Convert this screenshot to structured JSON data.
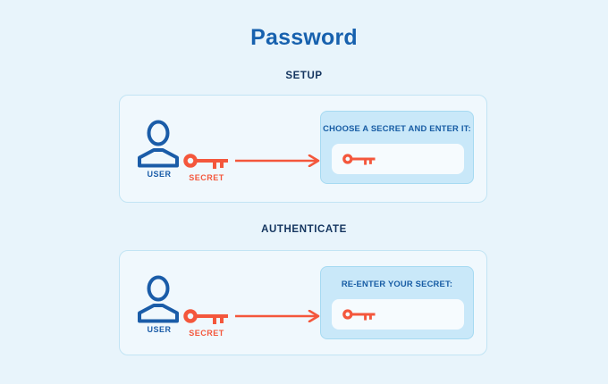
{
  "title": "Password",
  "colors": {
    "background": "#E8F4FB",
    "card_background": "#F0F8FD",
    "card_border": "#C2E4F4",
    "panel_background": "#C9E8F9",
    "panel_border": "#A6DAF2",
    "input_background": "#F6FBFE",
    "title_blue": "#1761AE",
    "heading_navy": "#14355F",
    "icon_blue": "#1A5CA8",
    "accent_orange": "#F4573C"
  },
  "sections": [
    {
      "heading": "SETUP",
      "user_label": "USER",
      "secret_label": "SECRET",
      "prompt": "CHOOSE A SECRET AND ENTER IT:"
    },
    {
      "heading": "AUTHENTICATE",
      "user_label": "USER",
      "secret_label": "SECRET",
      "prompt": "RE-ENTER YOUR SECRET:"
    }
  ]
}
